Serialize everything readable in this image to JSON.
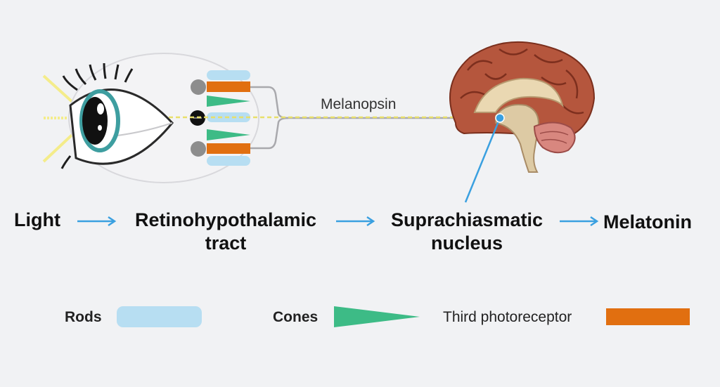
{
  "pathway": {
    "light": "Light",
    "tract_line1": "Retinohypothalamic",
    "tract_line2": "tract",
    "nucleus_line1": "Suprachiasmatic",
    "nucleus_line2": "nucleus",
    "melatonin": "Melatonin"
  },
  "melanopsin_label": "Melanopsin",
  "legend": {
    "rods": "Rods",
    "cones": "Cones",
    "third": "Third photoreceptor"
  },
  "colors": {
    "background": "#f1f2f4",
    "rods": "#b7def2",
    "cones": "#3dbb86",
    "third_photoreceptor": "#e16f10",
    "arrow": "#3aa0e0",
    "light_rays": "#f4ec8a",
    "melanopsin_line": "#e8df6a"
  }
}
